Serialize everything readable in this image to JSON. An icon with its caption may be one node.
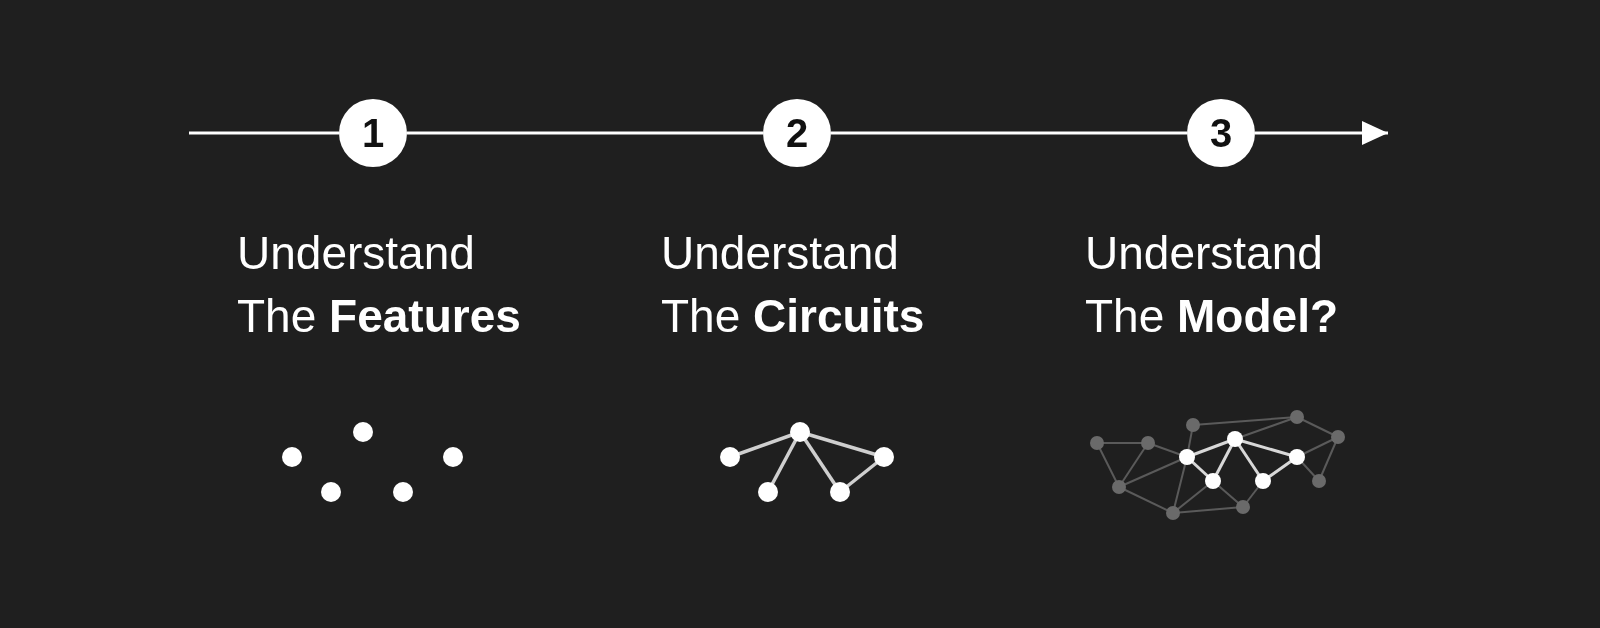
{
  "diagram": {
    "nodes": [
      {
        "text": [
          "1"
        ],
        "beside": [
          "Understand The **Features**"
        ]
      },
      {
        "text": [
          "2"
        ],
        "beside": [
          "Understand The **Circuits**"
        ]
      },
      {
        "text": [
          "3"
        ],
        "beside": [
          "Understand The **Model?**"
        ]
      }
    ],
    "edges": [
      {
        "from": null,
        "to": 0,
        "arrow": "none"
      },
      {
        "from": 0,
        "to": 1,
        "arrow": "none"
      },
      {
        "from": 1,
        "to": 2,
        "arrow": "none"
      },
      {
        "from": 2,
        "to": null,
        "arrow": "to"
      }
    ]
  }
}
